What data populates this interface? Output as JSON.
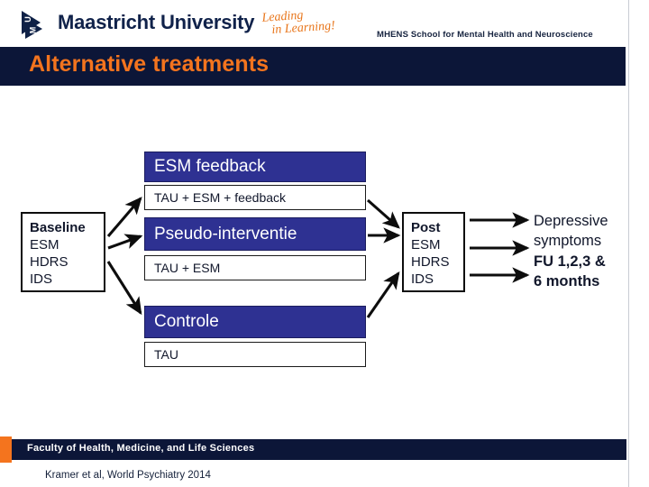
{
  "brand": {
    "logo_icon": "um-triangle-logo",
    "name": "Maastricht University",
    "tagline_line1": "Leading",
    "tagline_line2": "in Learning!",
    "department": "MHENS School for Mental Health and Neuroscience"
  },
  "slide": {
    "title": "Alternative treatments"
  },
  "colors": {
    "navy": "#0c1638",
    "orange": "#f4741e",
    "box_indigo": "#2e3192",
    "text_dark": "#11172b",
    "white": "#ffffff"
  },
  "diagram": {
    "baseline": {
      "heading": "Baseline",
      "measures": [
        "ESM",
        "HDRS",
        "IDS"
      ]
    },
    "arms": [
      {
        "name": "ESM feedback",
        "treatment": "TAU + ESM + feedback"
      },
      {
        "name": "Pseudo-interventie",
        "treatment": "TAU + ESM"
      },
      {
        "name": "Controle",
        "treatment": "TAU"
      }
    ],
    "post": {
      "heading": "Post",
      "measures": [
        "ESM",
        "HDRS",
        "IDS"
      ]
    },
    "outcome": {
      "line1": "Depressive",
      "line2": "symptoms",
      "line3": "FU 1,2,3 &",
      "line4": "6 months"
    }
  },
  "footer": {
    "faculty": "Faculty of Health, Medicine, and Life Sciences",
    "citation": "Kramer et al, World Psychiatry 2014"
  }
}
